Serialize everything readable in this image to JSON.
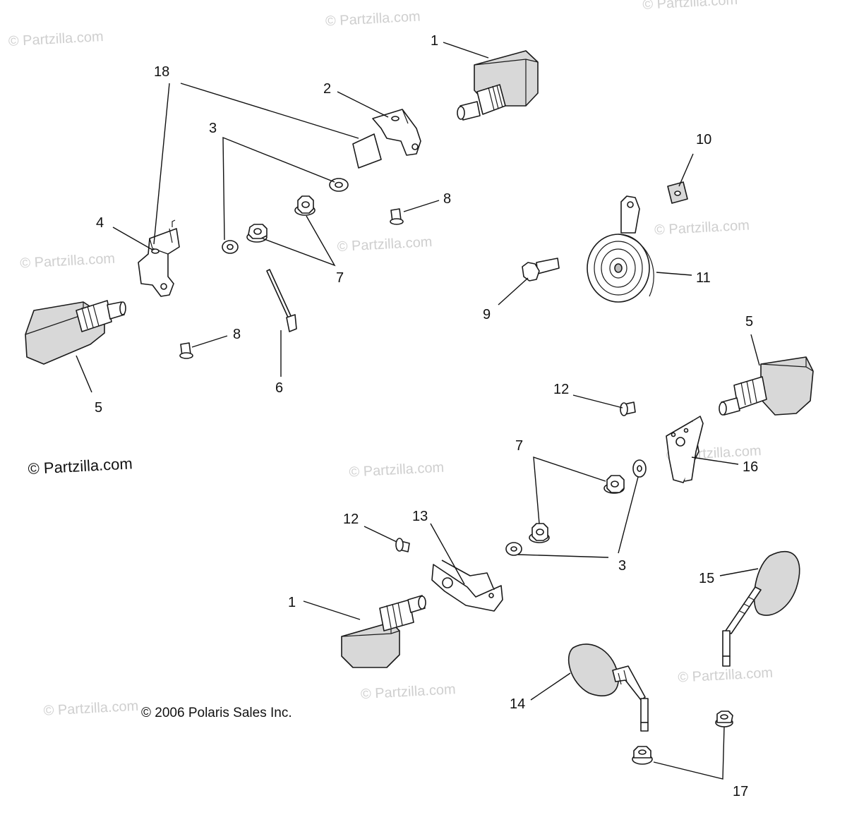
{
  "watermark_text": "© Partzilla.com",
  "brand_text": "© Partzilla.com",
  "copyright_text": "© 2006 Polaris Sales Inc.",
  "callouts": {
    "c1a": "1",
    "c1b": "1",
    "c2": "2",
    "c3a": "3",
    "c3b": "3",
    "c4": "4",
    "c5a": "5",
    "c5b": "5",
    "c6": "6",
    "c7a": "7",
    "c7b": "7",
    "c8a": "8",
    "c8b": "8",
    "c9": "9",
    "c10": "10",
    "c11": "11",
    "c12a": "12",
    "c12b": "12",
    "c13": "13",
    "c14": "14",
    "c15": "15",
    "c16": "16",
    "c17": "17",
    "c18": "18"
  }
}
